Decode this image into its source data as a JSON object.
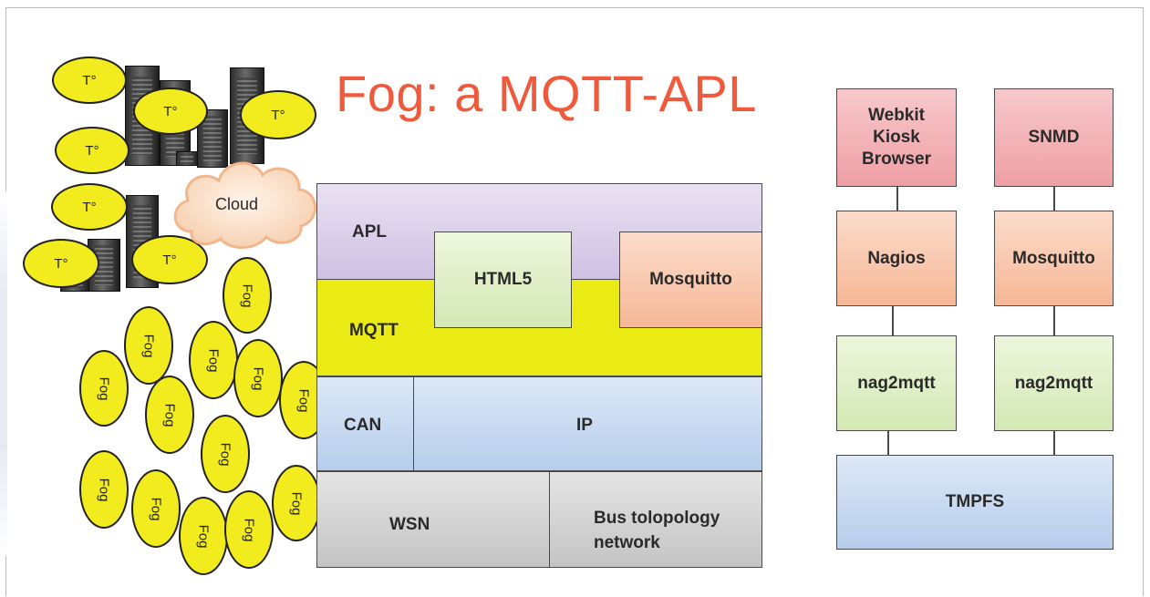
{
  "title": "Fog: a MQTT-APL",
  "cloud_label": "Cloud",
  "thermo_label": "T°",
  "fog_label": "Fog",
  "stack": {
    "apl": "APL",
    "html5": "HTML5",
    "mosquitto": "Mosquitto",
    "mqtt": "MQTT",
    "can": "CAN",
    "ip": "IP",
    "wsn": "WSN",
    "bus_line1": "Bus tolopology",
    "bus_line2": "network"
  },
  "right": {
    "webkit_line1": "Webkit",
    "webkit_line2": "Kiosk",
    "webkit_line3": "Browser",
    "snmd": "SNMD",
    "nagios": "Nagios",
    "mosquitto": "Mosquitto",
    "nag2mqtt_left": "nag2mqtt",
    "nag2mqtt_right": "nag2mqtt",
    "tmpfs": "TMPFS"
  },
  "colors": {
    "title": "#f05a3c",
    "oval": "#f2ec1e",
    "mqtt": "#eaea14"
  }
}
